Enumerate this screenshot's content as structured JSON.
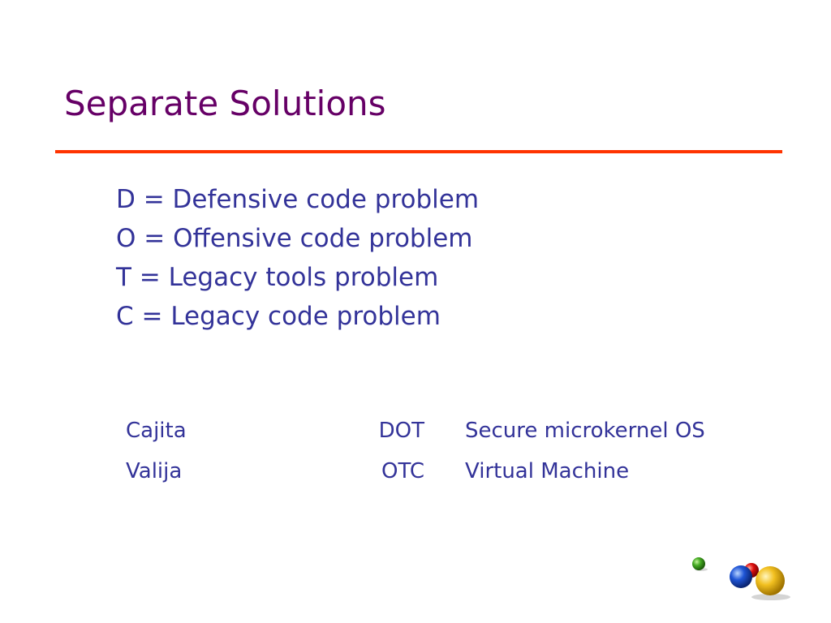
{
  "slide": {
    "title": "Separate Solutions",
    "definitions": [
      "D = Defensive code problem",
      "O = Offensive code problem",
      "T = Legacy tools problem",
      "C = Legacy code problem"
    ],
    "solutions": [
      {
        "name": "Cajita",
        "code": "DOT",
        "description": "Secure microkernel OS"
      },
      {
        "name": "Valija",
        "code": "OTC",
        "description": "Virtual Machine"
      }
    ]
  },
  "colors": {
    "title": "#660066",
    "body_text": "#333399",
    "rule": "#ff3300"
  },
  "logo": {
    "icon": "colored-spheres-logo-icon"
  }
}
